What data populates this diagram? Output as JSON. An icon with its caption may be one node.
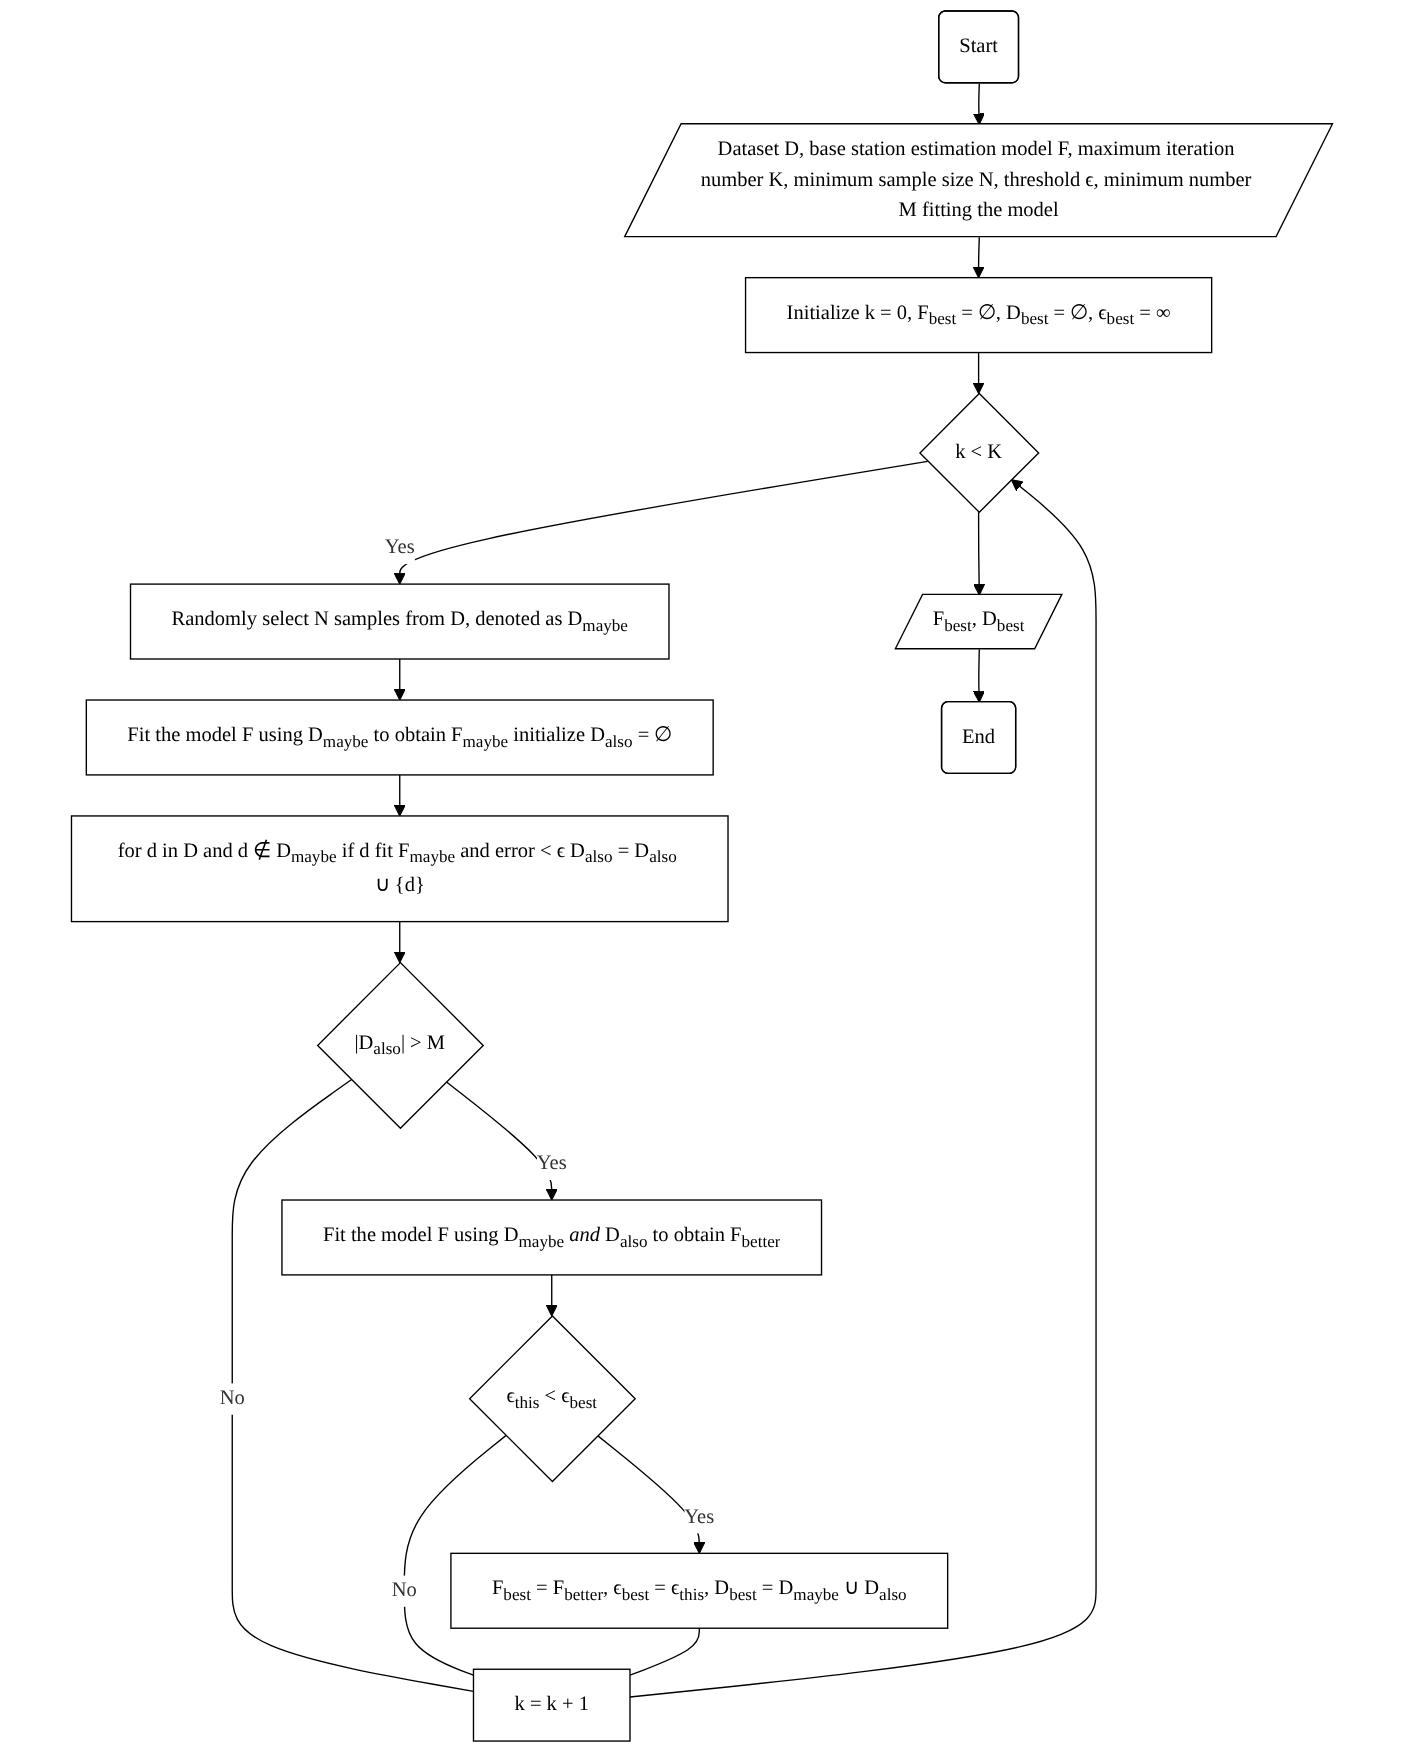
{
  "diagram": {
    "nodes": [
      {
        "text": [
          "Start"
        ]
      },
      {
        "text": [
          "Dataset D, base station estimation model F, maximum iteration number K, minimum sample size N, threshold ϵ, minimum number M fitting the model"
        ]
      },
      {
        "text": [
          "Initialize k = 0, F$_{best}$ = ∅, D$_{best}$ = ∅, ϵ$_{best}$ = ∞"
        ]
      },
      {
        "text": [
          "k < K"
        ]
      },
      {
        "text": [
          "Randomly select N samples from D, denoted as D$_{maybe}$"
        ]
      },
      {
        "text": [
          "Fit the model F using D$_{maybe}$ to obtain F$_{maybe}$ initialize D$_{also}$ = ∅"
        ]
      },
      {
        "text": [
          "for d in D and d ∉ D$_{maybe}$ if d fit F$_{maybe}$ and error < ϵ D$_{also}$ = D$_{also}$ ∪ {d}"
        ]
      },
      {
        "text": [
          "|D$_{also}$| > M"
        ]
      },
      {
        "text": [
          "Fit the model F using D$_{maybe}$ *and* D$_{also}$ to obtain F$_{better}$"
        ]
      },
      {
        "text": [
          "ϵ$_{this}$ < ϵ$_{best}$"
        ]
      },
      {
        "text": [
          "F$_{best}$ = F$_{better}$, ϵ$_{best}$ = ϵ$_{this}$, D$_{best}$ = D$_{maybe}$ ∪ D$_{also}$"
        ]
      },
      {
        "text": [
          "k = k + 1"
        ]
      },
      {
        "text": [
          "F$_{best}$, D$_{best}$"
        ]
      },
      {
        "text": [
          "End"
        ]
      }
    ],
    "edges": [
      {
        "from": 0,
        "to": 1,
        "arrow": "to"
      },
      {
        "from": 1,
        "to": 2,
        "arrow": "to"
      },
      {
        "from": 2,
        "to": 3,
        "arrow": "to"
      },
      {
        "from": 3,
        "to": 4,
        "arrow": "to",
        "label": "Yes"
      },
      {
        "from": 4,
        "to": 5,
        "arrow": "to"
      },
      {
        "from": 5,
        "to": 6,
        "arrow": "to"
      },
      {
        "from": 6,
        "to": 7,
        "arrow": "to"
      },
      {
        "from": 7,
        "to": 8,
        "arrow": "to",
        "label": "Yes"
      },
      {
        "from": 8,
        "to": 9,
        "arrow": "to"
      },
      {
        "from": 9,
        "to": 10,
        "arrow": "to",
        "label": "Yes"
      },
      {
        "from": 7,
        "to": 11,
        "arrow": "none",
        "label": "No"
      },
      {
        "from": 9,
        "to": 11,
        "arrow": "none",
        "label": "No"
      },
      {
        "from": 10,
        "to": 11,
        "arrow": "none"
      },
      {
        "from": 11,
        "to": 3,
        "arrow": "to"
      },
      {
        "from": 3,
        "to": 12,
        "arrow": "to"
      },
      {
        "from": 12,
        "to": 13,
        "arrow": "to"
      }
    ]
  }
}
